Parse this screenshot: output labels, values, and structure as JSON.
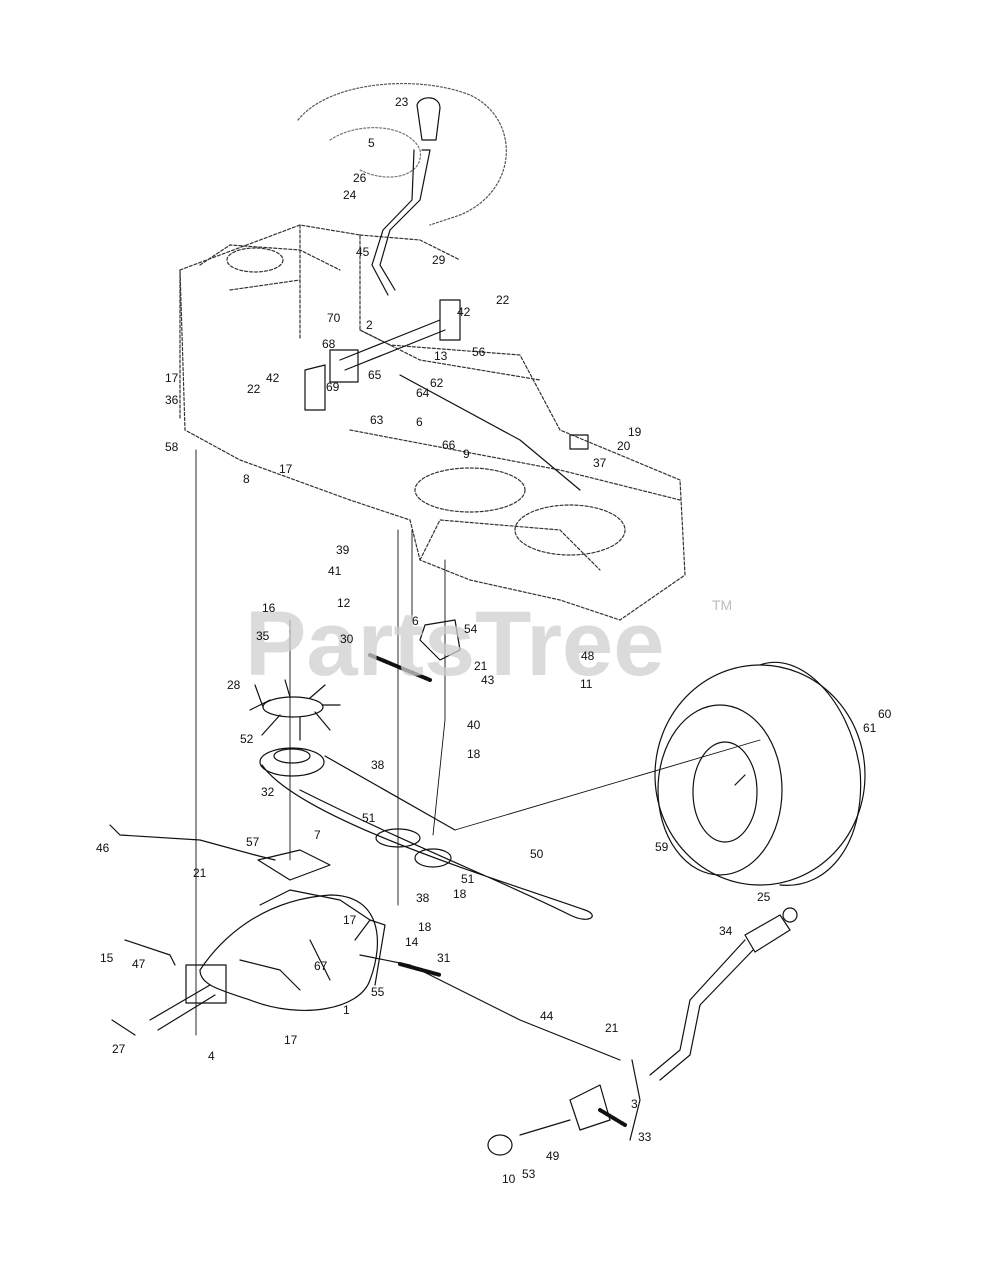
{
  "watermark": {
    "text": "PartsTree",
    "trademark": "TM"
  },
  "callouts": [
    "23",
    "5",
    "26",
    "24",
    "45",
    "29",
    "22",
    "42",
    "70",
    "2",
    "68",
    "56",
    "13",
    "17",
    "42",
    "22",
    "65",
    "62",
    "64",
    "36",
    "69",
    "63",
    "6",
    "19",
    "58",
    "20",
    "37",
    "8",
    "17",
    "66",
    "9",
    "39",
    "41",
    "12",
    "16",
    "6",
    "54",
    "35",
    "30",
    "48",
    "21",
    "43",
    "11",
    "28",
    "40",
    "60",
    "61",
    "52",
    "38",
    "18",
    "32",
    "51",
    "50",
    "59",
    "46",
    "57",
    "7",
    "21",
    "51",
    "18",
    "25",
    "17",
    "38",
    "18",
    "34",
    "14",
    "15",
    "47",
    "67",
    "31",
    "55",
    "1",
    "44",
    "27",
    "4",
    "17",
    "21",
    "3",
    "33",
    "49",
    "10",
    "53"
  ]
}
